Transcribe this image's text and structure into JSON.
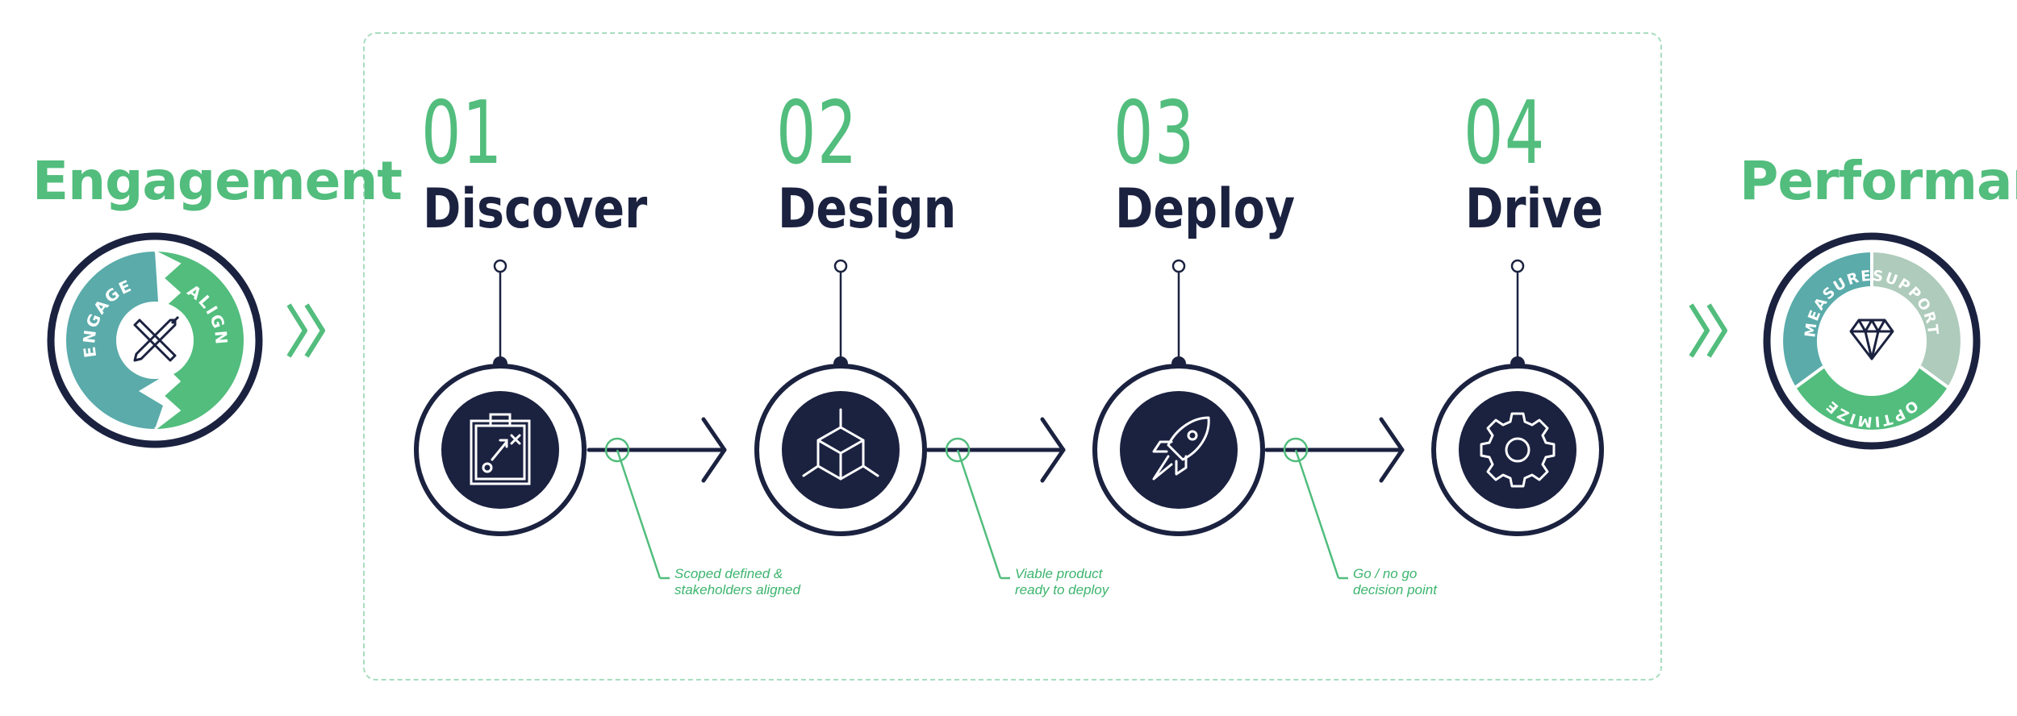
{
  "left": {
    "title": "Engagement",
    "ring_labels": [
      "ENGAGE",
      "ALIGN"
    ],
    "icon": "pencil-ruler-crossed-icon"
  },
  "right": {
    "title": "Performance",
    "ring_labels": [
      "MEASURE",
      "SUPPORT",
      "OPTIMIZE"
    ],
    "icon": "diamond-icon"
  },
  "steps": [
    {
      "number": "01",
      "name": "Discover",
      "icon": "clipboard-strategy-icon"
    },
    {
      "number": "02",
      "name": "Design",
      "icon": "cube-icon"
    },
    {
      "number": "03",
      "name": "Deploy",
      "icon": "rocket-icon"
    },
    {
      "number": "04",
      "name": "Drive",
      "icon": "gear-icon"
    }
  ],
  "milestones": [
    {
      "lines": [
        "Scoped defined &",
        "stakeholders aligned"
      ]
    },
    {
      "lines": [
        "Viable product",
        "ready to deploy"
      ]
    },
    {
      "lines": [
        "Go / no go",
        "decision point"
      ]
    }
  ],
  "colors": {
    "green": "#52bd7d",
    "teal": "#5aabaa",
    "light_green": "#aecbbb",
    "navy": "#1b2240",
    "dashed_border": "#a9ddbf"
  }
}
